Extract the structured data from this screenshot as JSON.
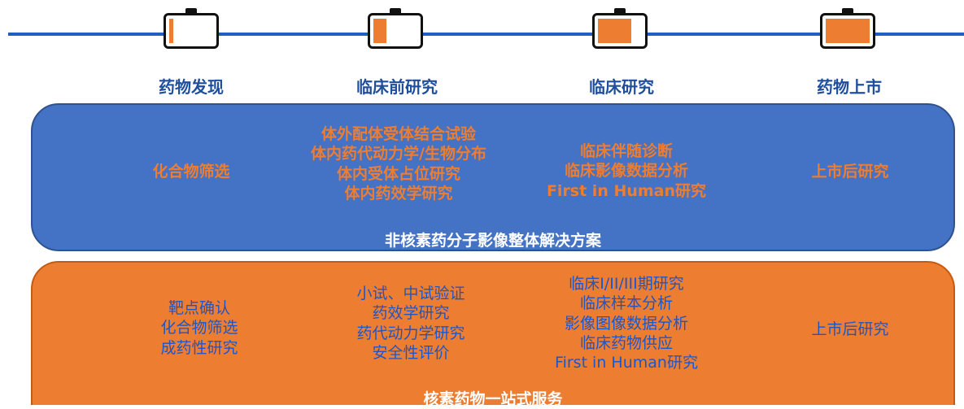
{
  "stages": [
    {
      "label": "药物发现",
      "fill": 0.1
    },
    {
      "label": "临床前研究",
      "fill": 0.3
    },
    {
      "label": "临床研究",
      "fill": 0.75
    },
    {
      "label": "药物上市",
      "fill": 1.0
    }
  ],
  "colors": {
    "line": "#1f5fbf",
    "blue_panel": "#4472c4",
    "orange_panel": "#ed7d31",
    "blue_text": "#1f56c6",
    "stage_label": "#1f4e9c"
  },
  "blue_panel": {
    "title": "非核素药分子影像整体解决方案",
    "columns": [
      [
        "化合物筛选"
      ],
      [
        "体外配体受体结合试验",
        "体内药代动力学/生物分布",
        "体内受体占位研究",
        "体内药效学研究"
      ],
      [
        "临床伴随诊断",
        "临床影像数据分析",
        "First in Human研究"
      ],
      [
        "上市后研究"
      ]
    ]
  },
  "orange_panel": {
    "title": "核素药物一站式服务",
    "columns": [
      [
        "靶点确认",
        "化合物筛选",
        "成药性研究"
      ],
      [
        "小试、中试验证",
        "药效学研究",
        "药代动力学研究",
        "安全性评价"
      ],
      [
        "临床I/II/III期研究",
        "临床样本分析",
        "影像图像数据分析",
        "临床药物供应",
        "First in Human研究"
      ],
      [
        "上市后研究"
      ]
    ]
  }
}
